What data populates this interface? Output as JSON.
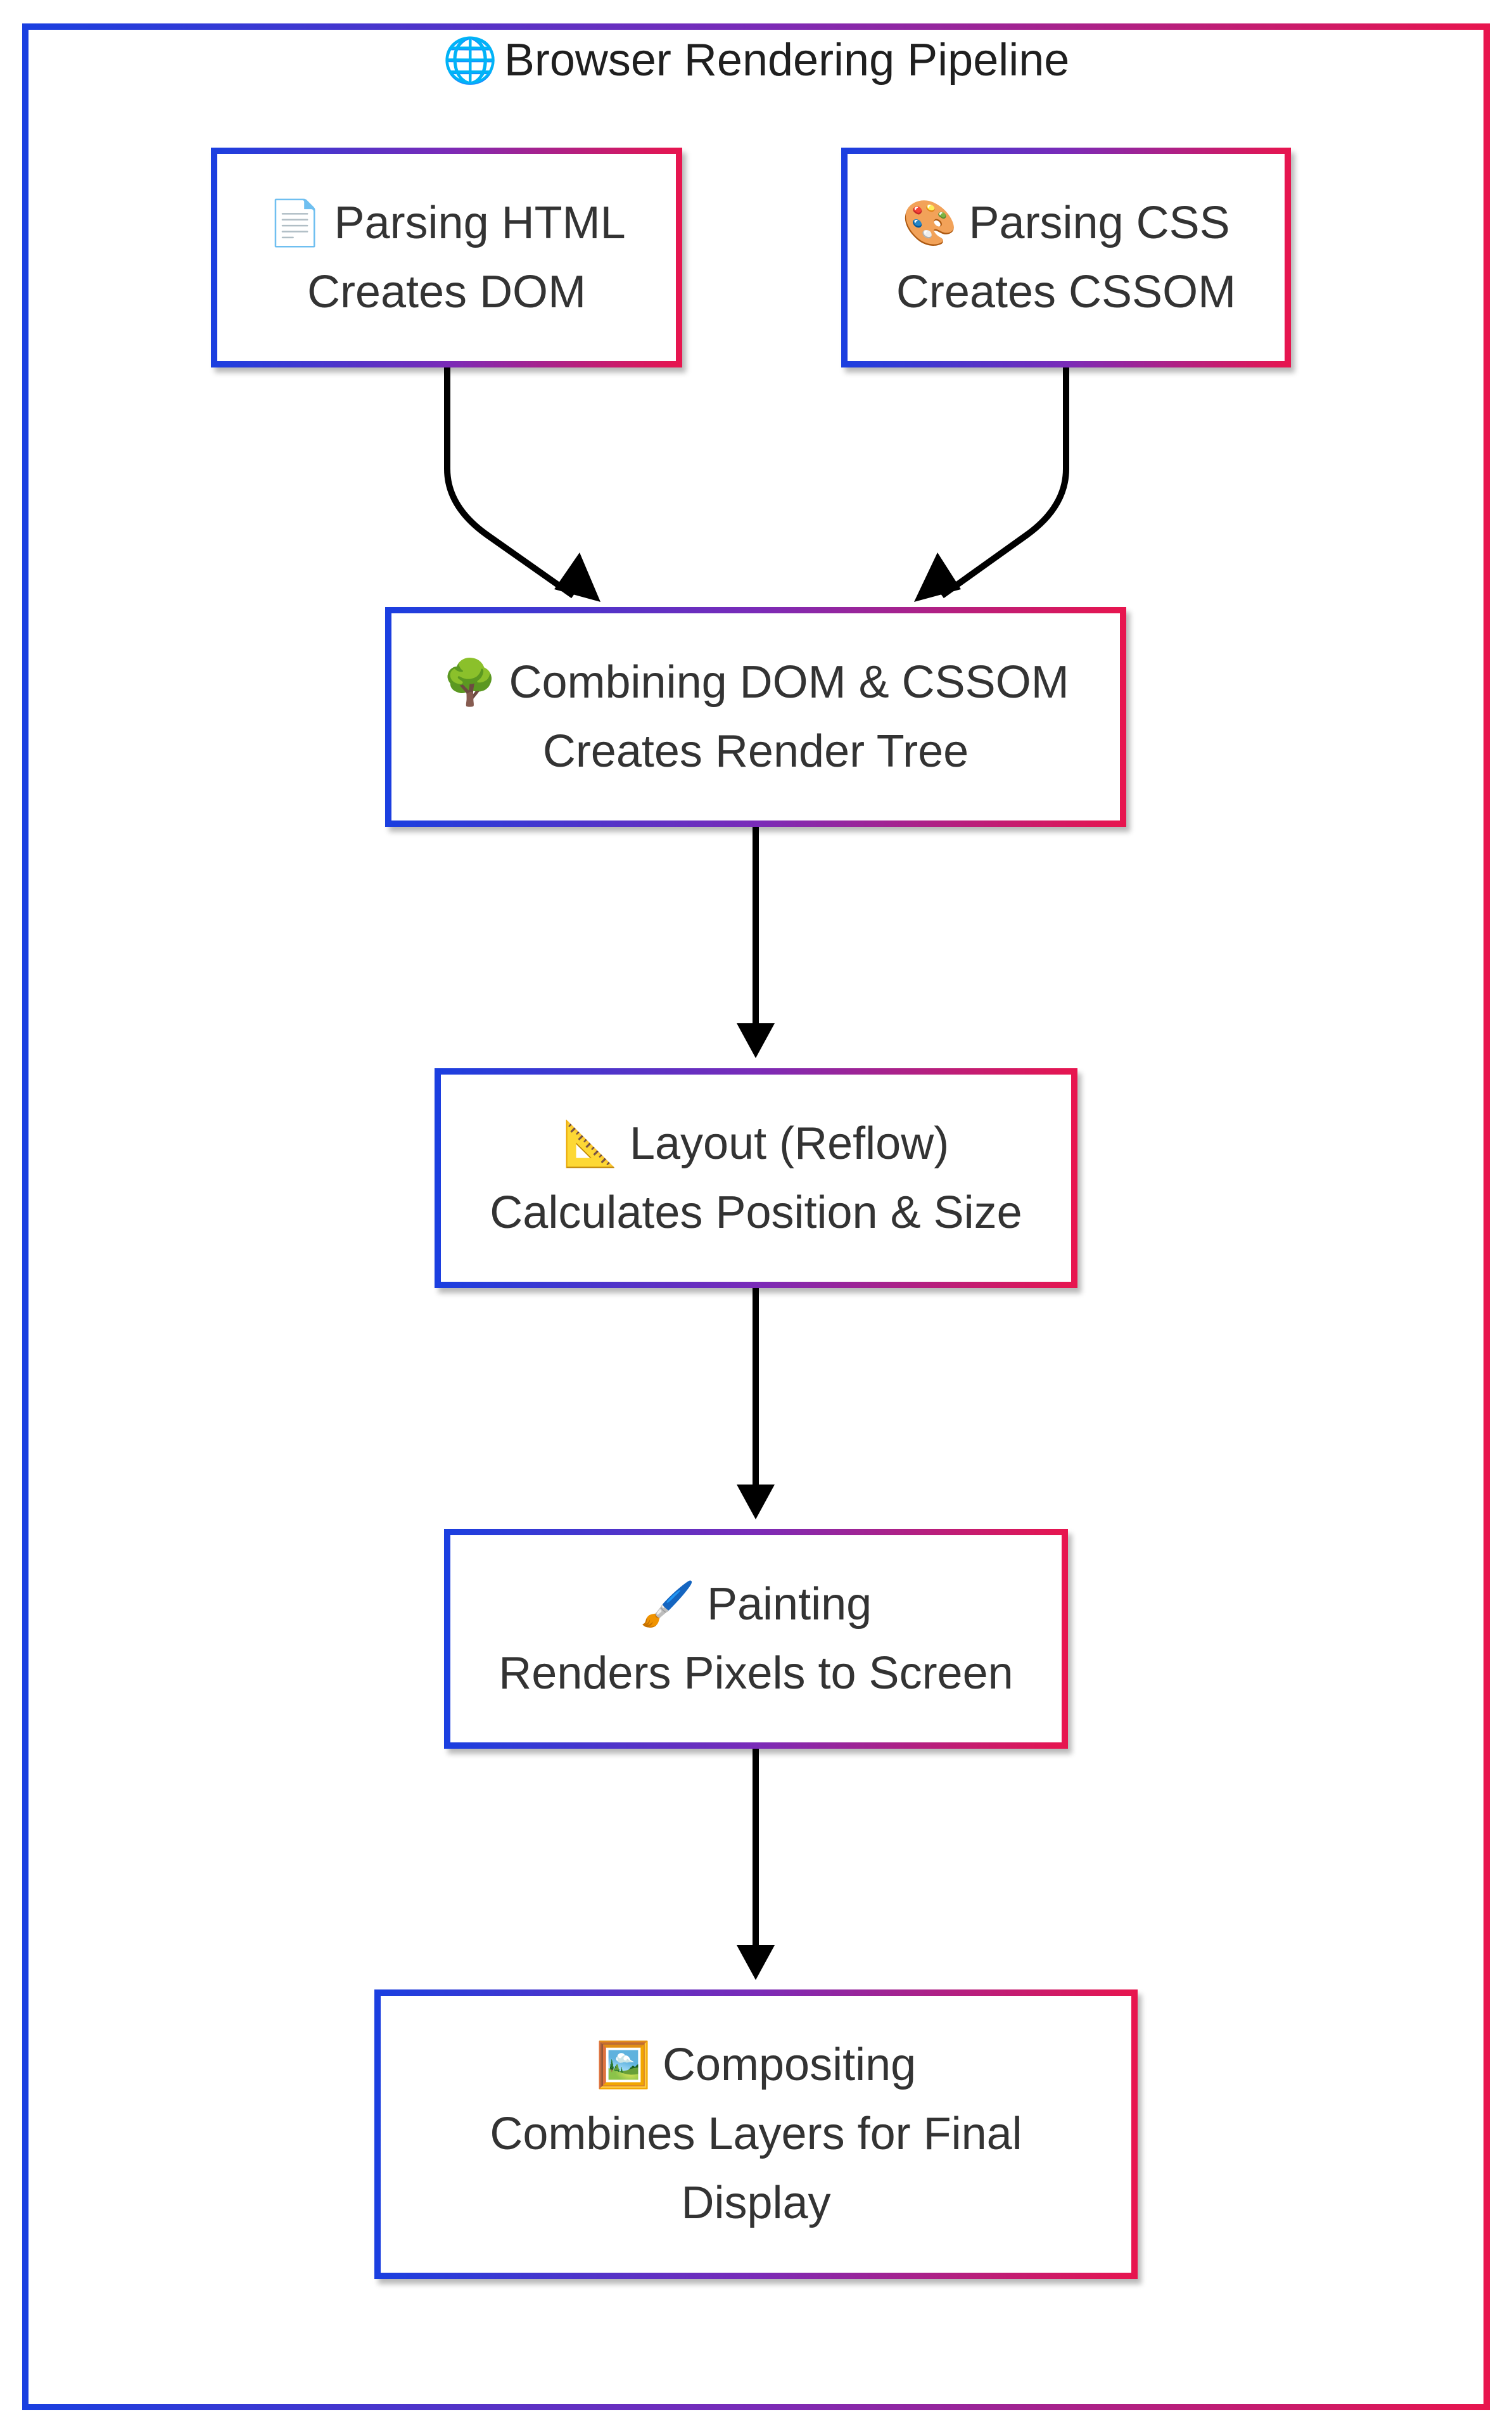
{
  "diagram": {
    "title": "Browser Rendering Pipeline",
    "title_icon": "globe-icon",
    "colors": {
      "gradient_start": "#1a3fe0",
      "gradient_mid": "#7a2bb8",
      "gradient_end": "#e8154e",
      "arrow": "#000000",
      "text": "#333333"
    },
    "nodes": [
      {
        "id": "html",
        "icon": "page-icon",
        "emoji": "📄",
        "title": "Parsing HTML",
        "subtitle": "Creates DOM"
      },
      {
        "id": "css",
        "icon": "palette-icon",
        "emoji": "🎨",
        "title": "Parsing CSS",
        "subtitle": "Creates CSSOM"
      },
      {
        "id": "render",
        "icon": "tree-icon",
        "emoji": "🌳",
        "title": "Combining DOM & CSSOM",
        "subtitle": "Creates Render Tree"
      },
      {
        "id": "layout",
        "icon": "triangular-ruler-icon",
        "emoji": "📐",
        "title": "Layout (Reflow)",
        "subtitle": "Calculates Position & Size"
      },
      {
        "id": "paint",
        "icon": "paintbrush-icon",
        "emoji": "🖌️",
        "title": "Painting",
        "subtitle": "Renders Pixels to Screen"
      },
      {
        "id": "composite",
        "icon": "framed-picture-icon",
        "emoji": "🖼️",
        "title": "Compositing",
        "subtitle": "Combines Layers for Final",
        "subtitle2": "Display"
      }
    ],
    "edges": [
      {
        "from": "html",
        "to": "render"
      },
      {
        "from": "css",
        "to": "render"
      },
      {
        "from": "render",
        "to": "layout"
      },
      {
        "from": "layout",
        "to": "paint"
      },
      {
        "from": "paint",
        "to": "composite"
      }
    ]
  }
}
